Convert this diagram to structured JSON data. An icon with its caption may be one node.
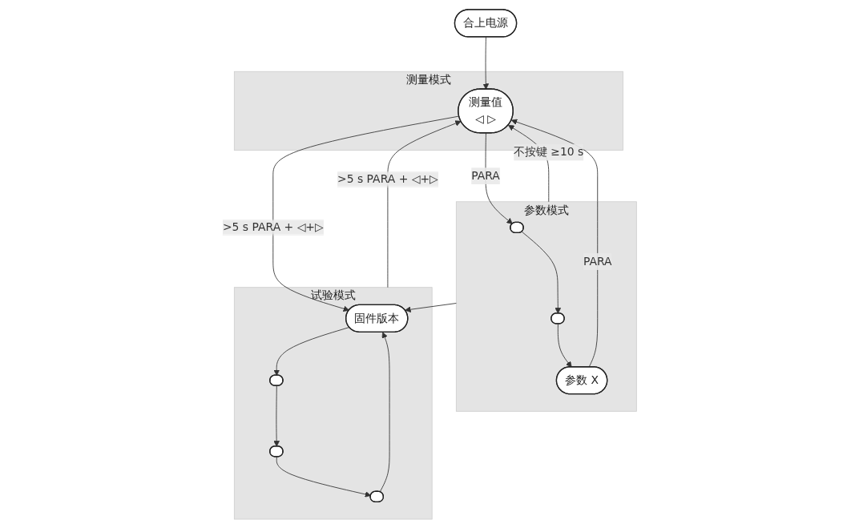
{
  "diagram": {
    "nodes": [
      {
        "text": [
          "合上电源"
        ]
      },
      {
        "text": [
          "测量模式"
        ]
      },
      {
        "text": [
          "测量值",
          "◁ ▷"
        ],
        "in": 1
      },
      {
        "text": [
          "参数模式"
        ]
      },
      {
        "text": [],
        "shape": "ellipse",
        "in": 3
      },
      {
        "text": [],
        "shape": "ellipse",
        "in": 3
      },
      {
        "text": [
          "参数 X"
        ],
        "in": 3
      },
      {
        "text": [
          "试验模式"
        ]
      },
      {
        "text": [
          "固件版本"
        ],
        "in": 7
      },
      {
        "text": [],
        "shape": "ellipse",
        "in": 7
      },
      {
        "text": [],
        "shape": "ellipse",
        "in": 7
      },
      {
        "text": [],
        "shape": "ellipse",
        "in": 7
      }
    ],
    "edges": [
      {
        "from": 0,
        "to": 2,
        "arrow": "to"
      },
      {
        "from": 2,
        "to": 4,
        "label": "PARA",
        "arrow": "to"
      },
      {
        "from": 4,
        "to": 5,
        "arrow": "to"
      },
      {
        "from": 5,
        "to": 6,
        "arrow": "to"
      },
      {
        "from": 6,
        "to": 2,
        "label": "PARA",
        "arrow": "to"
      },
      {
        "from": 3,
        "to": 2,
        "label": "不按键 ≥10 s",
        "arrow": "to"
      },
      {
        "from": 7,
        "to": 2,
        "label": ">5 s PARA + ◁+▷",
        "arrow": "to"
      },
      {
        "from": 2,
        "to": 8,
        "label": ">5 s PARA + ◁+▷",
        "arrow": "to"
      },
      {
        "from": 3,
        "to": 8,
        "arrow": "to"
      },
      {
        "from": 8,
        "to": 9,
        "arrow": "to"
      },
      {
        "from": 9,
        "to": 10,
        "arrow": "to"
      },
      {
        "from": 10,
        "to": 11,
        "arrow": "to"
      },
      {
        "from": 11,
        "to": 8,
        "arrow": "to"
      }
    ]
  }
}
